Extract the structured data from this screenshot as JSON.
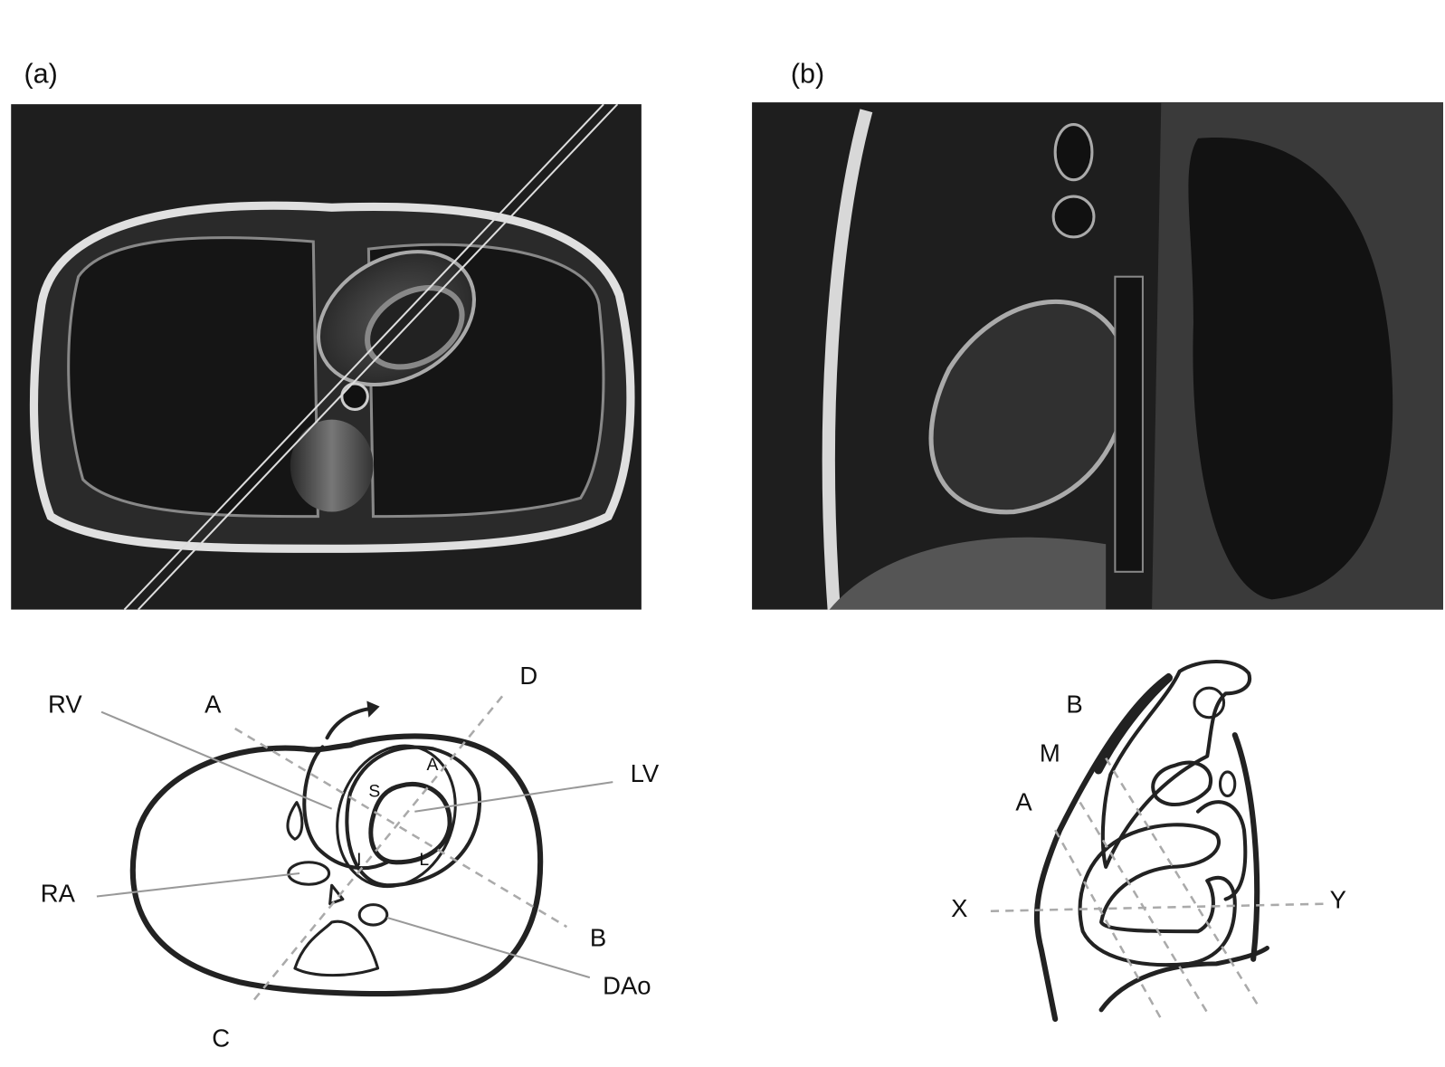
{
  "panels": {
    "a": {
      "label": "(a)"
    },
    "b": {
      "label": "(b)"
    }
  },
  "diagram_a": {
    "labels": {
      "rv": "RV",
      "a": "A",
      "d": "D",
      "lv": "LV",
      "ra": "RA",
      "b": "B",
      "dao": "DAo",
      "c": "C",
      "seg_a": "A",
      "seg_s": "S",
      "seg_i": "I",
      "seg_l": "L"
    }
  },
  "diagram_b": {
    "labels": {
      "b": "B",
      "m": "M",
      "a": "A",
      "x": "X",
      "y": "Y"
    }
  },
  "colors": {
    "mri_background": "#1e1e1e",
    "line_ink": "#222222",
    "dashed_guides": "#aaaaaa"
  }
}
